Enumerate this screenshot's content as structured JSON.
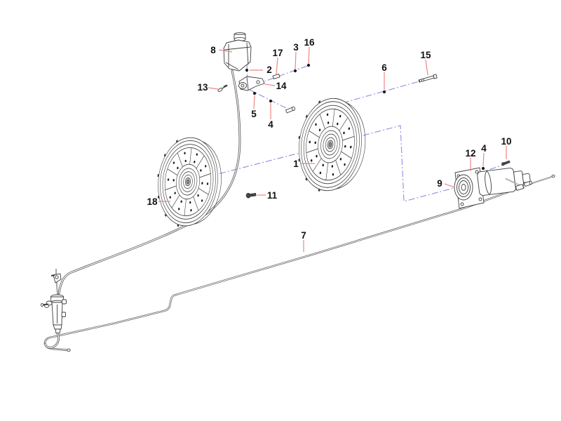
{
  "figure": {
    "type": "exploded-parts-diagram",
    "background": "#ffffff"
  },
  "colors": {
    "artwork_line": "#3d3d3d",
    "leader_line": "#ee8585",
    "centerline": "#8f8fe0",
    "callout_text": "#111111"
  },
  "callouts": {
    "c1": {
      "label": "1"
    },
    "c2": {
      "label": "2"
    },
    "c3": {
      "label": "3"
    },
    "c4a": {
      "label": "4"
    },
    "c4b": {
      "label": "4"
    },
    "c5": {
      "label": "5"
    },
    "c6": {
      "label": "6"
    },
    "c7": {
      "label": "7"
    },
    "c8": {
      "label": "8"
    },
    "c9": {
      "label": "9"
    },
    "c10": {
      "label": "10"
    },
    "c11": {
      "label": "11"
    },
    "c12": {
      "label": "12"
    },
    "c13": {
      "label": "13"
    },
    "c14": {
      "label": "14"
    },
    "c15": {
      "label": "15"
    },
    "c16": {
      "label": "16"
    },
    "c17": {
      "label": "17"
    },
    "c18": {
      "label": "18"
    }
  }
}
